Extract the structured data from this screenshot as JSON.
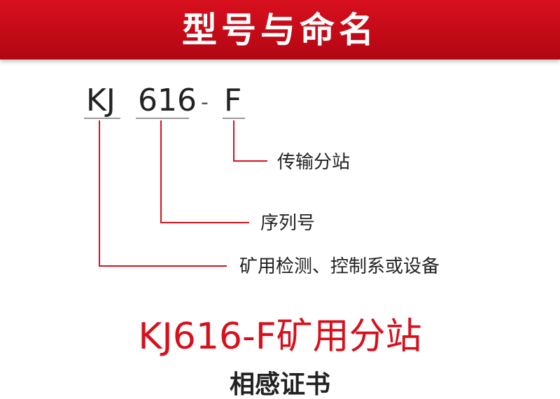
{
  "banner": {
    "title": "型号与命名"
  },
  "model_code": {
    "part1": "KJ",
    "part2": "616",
    "separator": "-",
    "part3": "F"
  },
  "labels": {
    "part3": "传输分站",
    "part2": "序列号",
    "part1": "矿用检测、控制系或设备"
  },
  "product_name": "KJ616-F矿用分站",
  "subtitle": "相感证书",
  "colors": {
    "accent": "#d7101b",
    "banner": "#c40a17"
  }
}
